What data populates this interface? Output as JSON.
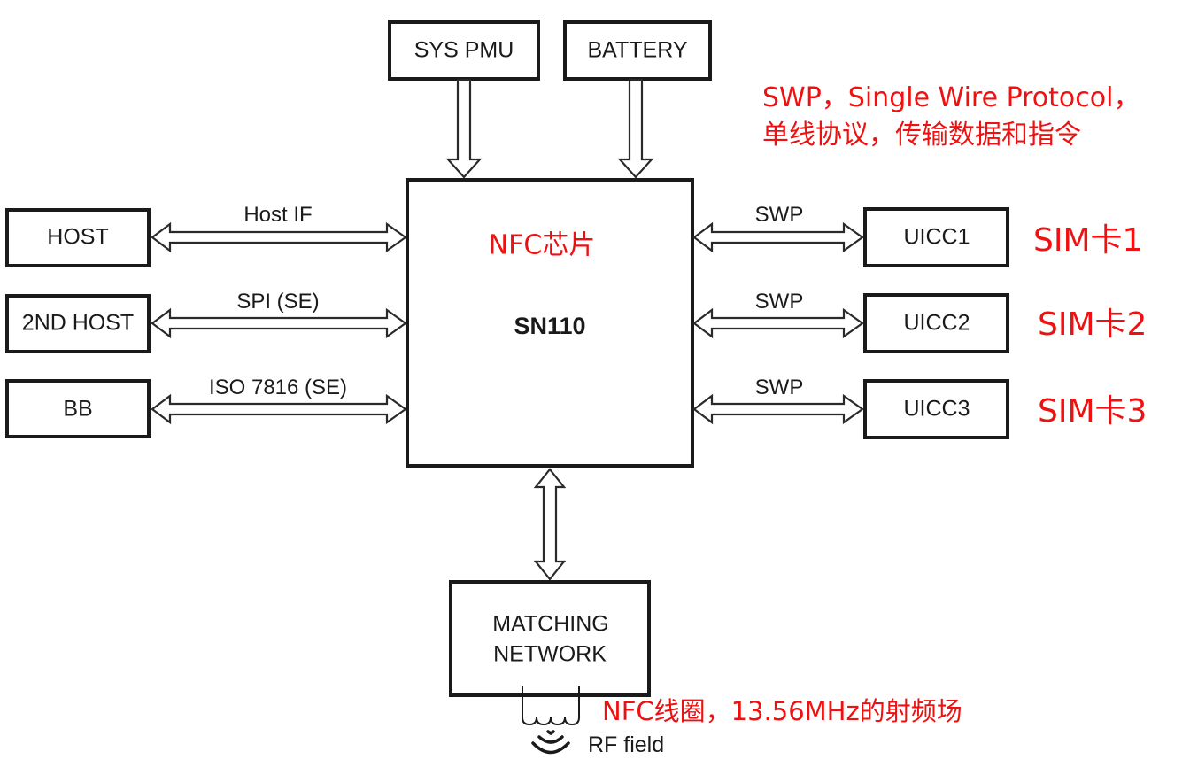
{
  "diagram": {
    "chip": {
      "name": "SN110",
      "annotation": "NFC芯片"
    },
    "top_blocks": [
      {
        "label": "SYS PMU"
      },
      {
        "label": "BATTERY"
      }
    ],
    "left_blocks": [
      {
        "label": "HOST",
        "link": "Host IF"
      },
      {
        "label": "2ND HOST",
        "link": "SPI (SE)"
      },
      {
        "label": "BB",
        "link": "ISO 7816 (SE)"
      }
    ],
    "right_blocks": [
      {
        "label": "UICC1",
        "link": "SWP",
        "annotation": "SIM卡1"
      },
      {
        "label": "UICC2",
        "link": "SWP",
        "annotation": "SIM卡2"
      },
      {
        "label": "UICC3",
        "link": "SWP",
        "annotation": "SIM卡3"
      }
    ],
    "bottom_block": {
      "line1": "MATCHING",
      "line2": "NETWORK"
    },
    "rf_label": "RF field",
    "annotations": {
      "swp_line1": "SWP，Single Wire Protocol，",
      "swp_line2": "单线协议，传输数据和指令",
      "coil_note": "NFC线圈，13.56MHz的射频场"
    },
    "colors": {
      "annotation": "#ee1111",
      "stroke": "#1a1a1a"
    }
  }
}
